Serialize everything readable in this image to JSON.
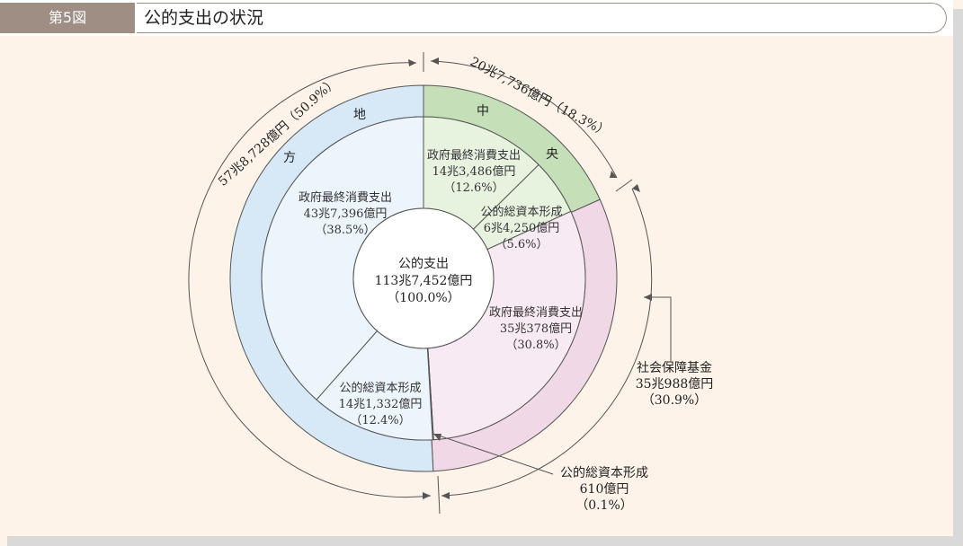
{
  "header": {
    "tag": "第5図",
    "title": "公的支出の状況"
  },
  "chart_data": {
    "type": "pie",
    "center": {
      "line1": "公的支出",
      "line2": "113兆7,452億円",
      "line3": "（100.0%）"
    },
    "outer_ring": [
      {
        "name": "地方",
        "value": 50.9,
        "amount": "57兆8,728億円",
        "pct": "（50.9%）",
        "color": "#d7e8f7",
        "chars": [
          "地",
          "方"
        ]
      },
      {
        "name": "中央",
        "value": 18.3,
        "amount": "20兆7,736億円",
        "pct": "（18.3%）",
        "color": "#c5dfb8",
        "chars": [
          "中",
          "央"
        ]
      },
      {
        "name": "社会保障基金",
        "value": 30.9,
        "amount": "35兆988億円",
        "pct": "（30.9%）",
        "color": "#f1d8e6"
      }
    ],
    "inner_ring": [
      {
        "group": "中央",
        "name": "政府最終消費支出",
        "value": 12.6,
        "amount": "14兆3,486億円",
        "pct": "（12.6%）",
        "color": "#e7f2df"
      },
      {
        "group": "中央",
        "name": "公的総資本形成",
        "value": 5.6,
        "amount": "6兆4,250億円",
        "pct": "（5.6%）",
        "color": "#e7f2df"
      },
      {
        "group": "社会保障基金",
        "name": "政府最終消費支出",
        "value": 30.8,
        "amount": "35兆378億円",
        "pct": "（30.8%）",
        "color": "#f8eaf2"
      },
      {
        "group": "社会保障基金",
        "name": "公的総資本形成",
        "value": 0.1,
        "amount": "610億円",
        "pct": "（0.1%）",
        "color": "#f8eaf2"
      },
      {
        "group": "地方",
        "name": "公的総資本形成",
        "value": 12.4,
        "amount": "14兆1,332億円",
        "pct": "（12.4%）",
        "color": "#ecf4fc"
      },
      {
        "group": "地方",
        "name": "政府最終消費支出",
        "value": 38.5,
        "amount": "43兆7,396億円",
        "pct": "（38.5%）",
        "color": "#ecf4fc"
      }
    ],
    "colors": {
      "local_outer": "#d7e8f7",
      "local_inner": "#ecf4fc",
      "central_outer": "#c5dfb8",
      "central_inner": "#e7f2df",
      "ss_outer": "#f1d8e6",
      "ss_inner": "#f8eaf2",
      "stroke": "#555555"
    }
  }
}
